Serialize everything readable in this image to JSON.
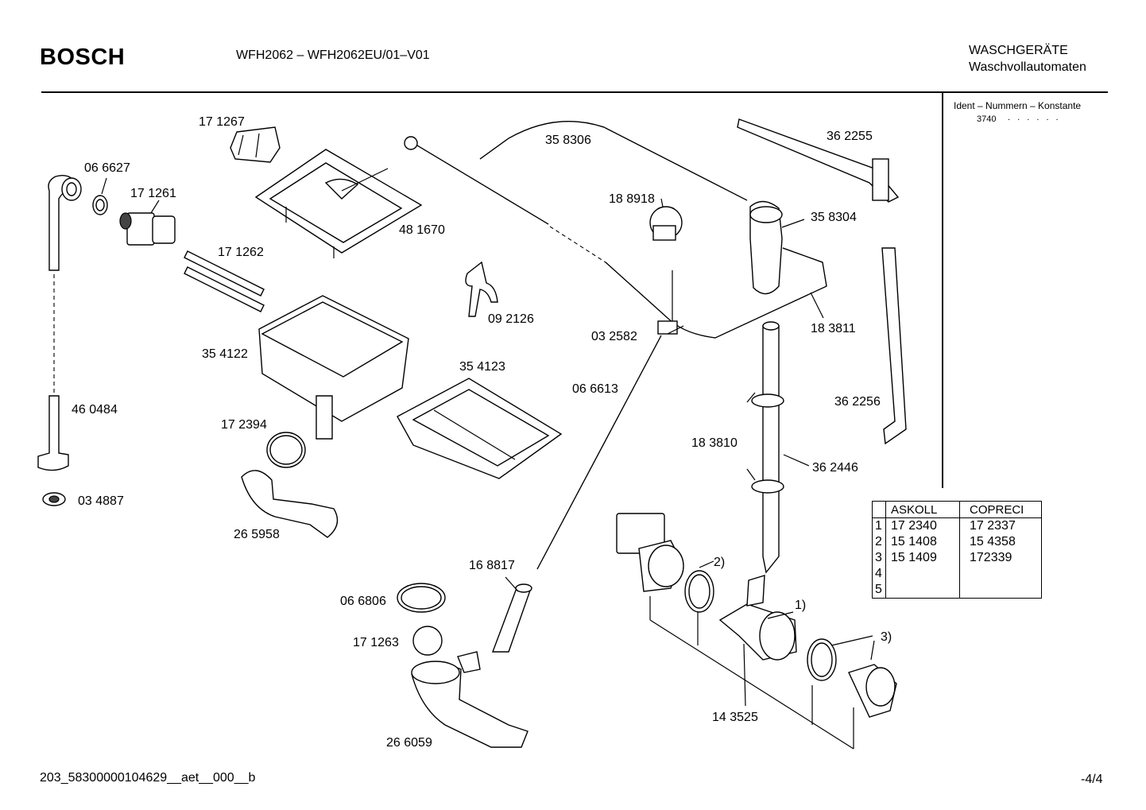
{
  "header": {
    "brand": "BOSCH",
    "model": "WFH2062 – WFH2062EU/01–V01",
    "category_line1": "WASCHGERÄTE",
    "category_line2": "Waschvollautomaten"
  },
  "ident": {
    "label": "Ident – Nummern – Konstante",
    "value": "3740",
    "dots": ". . . . . ."
  },
  "parts": [
    {
      "id": "p171267",
      "label": "17 1267"
    },
    {
      "id": "p066627",
      "label": "06 6627"
    },
    {
      "id": "p171261",
      "label": "17 1261"
    },
    {
      "id": "p481670",
      "label": "48 1670"
    },
    {
      "id": "p171262",
      "label": "17 1262"
    },
    {
      "id": "p358306",
      "label": "35 8306"
    },
    {
      "id": "p188918",
      "label": "18 8918"
    },
    {
      "id": "p362255",
      "label": "36 2255"
    },
    {
      "id": "p358304",
      "label": "35 8304"
    },
    {
      "id": "p092126",
      "label": "09 2126"
    },
    {
      "id": "p354122",
      "label": "35 4122"
    },
    {
      "id": "p032582",
      "label": "03 2582"
    },
    {
      "id": "p183811",
      "label": "18 3811"
    },
    {
      "id": "p354123",
      "label": "35 4123"
    },
    {
      "id": "p066613",
      "label": "06 6613"
    },
    {
      "id": "p460484",
      "label": "46 0484"
    },
    {
      "id": "p172394",
      "label": "17 2394"
    },
    {
      "id": "p362256",
      "label": "36 2256"
    },
    {
      "id": "p183810",
      "label": "18 3810"
    },
    {
      "id": "p362446",
      "label": "36 2446"
    },
    {
      "id": "p034887",
      "label": "03 4887"
    },
    {
      "id": "p265958",
      "label": "26 5958"
    },
    {
      "id": "p168817",
      "label": "16 8817"
    },
    {
      "id": "p066806",
      "label": "06 6806"
    },
    {
      "id": "p171263",
      "label": "17 1263"
    },
    {
      "id": "p143525",
      "label": "14 3525"
    },
    {
      "id": "p266059",
      "label": "26 6059"
    },
    {
      "id": "n2",
      "label": "2)"
    },
    {
      "id": "n1",
      "label": "1)"
    },
    {
      "id": "n3",
      "label": "3)"
    }
  ],
  "supplier_table": {
    "headers": [
      "ASKOLL",
      "COPRECI"
    ],
    "rows": [
      {
        "index": "1",
        "askoll": "17 2340",
        "copreci": "17 2337"
      },
      {
        "index": "2",
        "askoll": "15 1408",
        "copreci": "15 4358"
      },
      {
        "index": "3",
        "askoll": "15 1409",
        "copreci": "172339"
      },
      {
        "index": "4",
        "askoll": "",
        "copreci": ""
      },
      {
        "index": "5",
        "askoll": "",
        "copreci": ""
      }
    ]
  },
  "footer": {
    "doc_code": "203_58300000104629__aet__000__b",
    "page": "-4/4"
  }
}
